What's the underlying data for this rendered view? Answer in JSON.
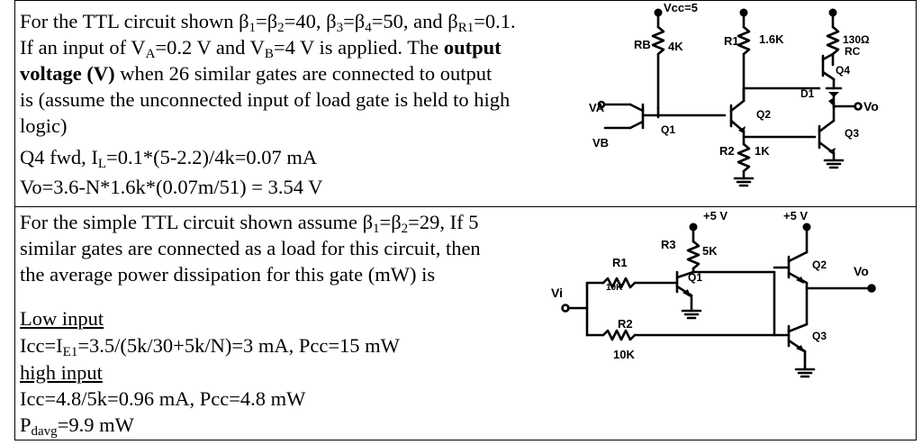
{
  "q1": {
    "lines": [
      [
        "For the TTL circuit shown β",
        {
          "sub": "1"
        },
        "=β",
        {
          "sub": "2"
        },
        "=40, β",
        {
          "sub": "3"
        },
        "=β",
        {
          "sub": "4"
        },
        "=50, and β",
        {
          "sub": "R1"
        },
        "=0.1."
      ],
      [
        "If an input of V",
        {
          "sub": "A"
        },
        "=0.2 V and V",
        {
          "sub": "B"
        },
        "=4 V is applied. The ",
        {
          "b": "output"
        }
      ],
      [
        {
          "b": "voltage (V)"
        },
        " when 26 similar gates are connected to output"
      ],
      [
        "is (assume the unconnected input of load gate is held to high"
      ],
      [
        "logic)"
      ],
      [
        "Q4 fwd,  I",
        {
          "sub": "L"
        },
        "=0.1*(5-2.2)/4k=0.07 mA"
      ],
      [
        "    Vo=3.6-N*1.6k*(0.07m/51) = 3.54 V"
      ]
    ],
    "circuit": {
      "vcc": "Vcc=5",
      "rb": "RB",
      "rb_val": "4K",
      "r1": "R1",
      "r1_val": "1.6K",
      "rc_val": "130Ω",
      "rc": "RC",
      "q1": "Q1",
      "q2": "Q2",
      "q3": "Q3",
      "q4": "Q4",
      "d1": "D1",
      "r2": "R2",
      "r2_val": "1K",
      "va": "VA",
      "vb": "VB",
      "vo": "Vo"
    }
  },
  "q2": {
    "lines": [
      [
        "For the simple TTL circuit shown assume β",
        {
          "sub": "1"
        },
        "=β",
        {
          "sub": "2"
        },
        "=29, If 5"
      ],
      [
        "similar gates are connected as a load for this circuit, then"
      ],
      [
        "the average power dissipation for this gate (mW) is"
      ],
      [
        " "
      ],
      [
        " ",
        {
          "u": "Low input"
        }
      ],
      [
        "Icc=I",
        {
          "sub": "E1"
        },
        "=3.5/(5k/30+5k/N)=3 mA,  Pcc=15 mW"
      ],
      [
        {
          "u": "high input"
        }
      ],
      [
        "Icc=4.8/5k=0.96 mA,   Pcc=4.8 mW"
      ],
      [
        "P",
        {
          "sub": "davg"
        },
        "=9.9 mW"
      ]
    ],
    "circuit": {
      "v5a": "+5 V",
      "v5b": "+5 V",
      "r3": "R3",
      "r3_val": "5K",
      "r1": "R1",
      "r1_val": "10K",
      "r2": "R2",
      "r2_val": "10K",
      "q1": "Q1",
      "q2": "Q2",
      "q3": "Q3",
      "vi": "Vi",
      "vo": "Vo"
    }
  }
}
